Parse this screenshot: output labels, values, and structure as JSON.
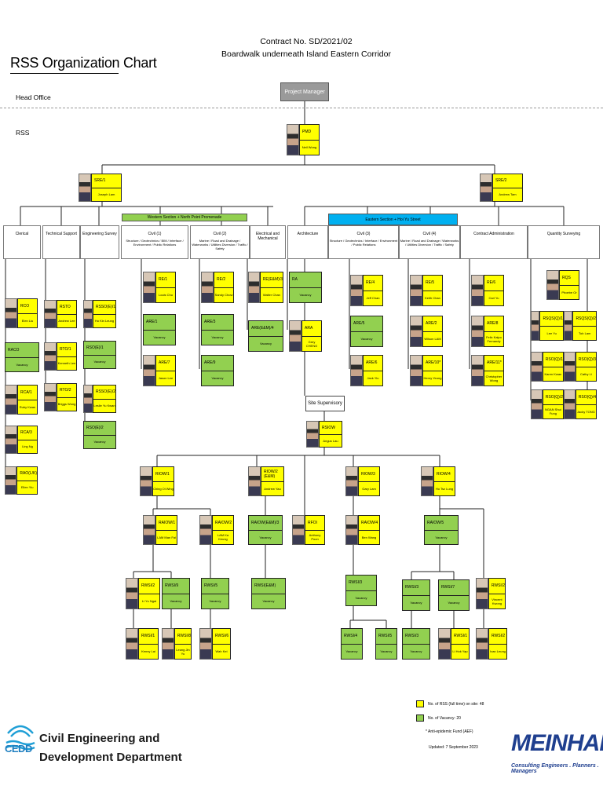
{
  "header": {
    "title": "RSS Organization Chart",
    "contract_line1": "Contract No. SD/2021/02",
    "contract_line2": "Boardwalk underneath Island Eastern Corridor",
    "head_office": "Head Office",
    "rss": "RSS",
    "project_manager": "Project Manager",
    "site_supervisory": "Site Supervisory"
  },
  "bands": {
    "western": "Western Section + North Point Promenade",
    "eastern": "Eastern Section + Hoi Yu Street"
  },
  "sections": [
    {
      "title": "Clerical",
      "sub": ""
    },
    {
      "title": "Technical Support",
      "sub": ""
    },
    {
      "title": "Engineering Survey",
      "sub": ""
    },
    {
      "title": "Civil (1)",
      "sub": "Structure / Geotechnics / BIM / Interface / Environment / Public Relations"
    },
    {
      "title": "Civil (2)",
      "sub": "Marine / Road and Drainage / Waterworks / Utilities Diversion / Traffic / Safety"
    },
    {
      "title": "Electrical and Mechanical",
      "sub": ""
    },
    {
      "title": "Architecture",
      "sub": ""
    },
    {
      "title": "Civil (3)",
      "sub": "Structure / Geotechnics / Interface / Environment / Public Relations"
    },
    {
      "title": "Civil (4)",
      "sub": "Marine / Road and Drainage / Waterworks / Utilities Diversion / Traffic / Safety"
    },
    {
      "title": "Contract Administration",
      "sub": ""
    },
    {
      "title": "Quantity Surveying",
      "sub": ""
    }
  ],
  "cards": [
    {
      "code": "PMD",
      "name": "Neil Wong",
      "status": "filled",
      "photo": true
    },
    {
      "code": "SRE/1",
      "name": "Joseph Lam",
      "status": "filled",
      "photo": true
    },
    {
      "code": "SRE/2",
      "name": "Andrew Tam",
      "status": "filled",
      "photo": true
    },
    {
      "code": "RCO",
      "name": "Elen Liu",
      "status": "filled",
      "photo": true
    },
    {
      "code": "RACO",
      "name": "Vacancy",
      "status": "vacant",
      "photo": false
    },
    {
      "code": "RCA/1",
      "name": "Ruby Kwan",
      "status": "filled",
      "photo": true
    },
    {
      "code": "RCA/3",
      "name": "Ling Ng",
      "status": "filled",
      "photo": true
    },
    {
      "code": "RAO(L/K)",
      "name": "Ellen Yiu",
      "status": "filled",
      "photo": true
    },
    {
      "code": "RSTO",
      "name": "Andrew Lee",
      "status": "filled",
      "photo": true
    },
    {
      "code": "RTO/1",
      "name": "Kenneth Lee",
      "status": "filled",
      "photo": true
    },
    {
      "code": "RTO/2",
      "name": "Briggs Wong",
      "status": "filled",
      "photo": true
    },
    {
      "code": "RSSO(E)/1",
      "name": "Ho Kin Leung",
      "status": "filled",
      "photo": true
    },
    {
      "code": "RSO(E)/1",
      "name": "Vacancy",
      "status": "vacant",
      "photo": false
    },
    {
      "code": "RSSO(E)/2",
      "name": "Leslie Yu Kwan",
      "status": "filled",
      "photo": true
    },
    {
      "code": "RSO(E)/2",
      "name": "Vacancy",
      "status": "vacant",
      "photo": false
    },
    {
      "code": "RE/1",
      "name": "Louis Chu",
      "status": "filled",
      "photo": true
    },
    {
      "code": "ARE/1",
      "name": "Vacancy",
      "status": "vacant",
      "photo": false
    },
    {
      "code": "ARE/7",
      "name": "Jason Lee",
      "status": "filled",
      "photo": true
    },
    {
      "code": "RE/2",
      "name": "Sandy Chow",
      "status": "filled",
      "photo": true
    },
    {
      "code": "ARE/3",
      "name": "Vacancy",
      "status": "vacant",
      "photo": false
    },
    {
      "code": "ARE/9",
      "name": "Vacancy",
      "status": "vacant",
      "photo": false
    },
    {
      "code": "RE(E&M)/3",
      "name": "Walter Chan",
      "status": "filled",
      "photo": true
    },
    {
      "code": "ARE(E&M)/4",
      "name": "Vacancy",
      "status": "vacant",
      "photo": false
    },
    {
      "code": "RA",
      "name": "Vacancy",
      "status": "vacant",
      "photo": false
    },
    {
      "code": "ARA",
      "name": "Grey CHENG",
      "status": "filled",
      "photo": true
    },
    {
      "code": "RE/4",
      "name": "Jeff Chan",
      "status": "filled",
      "photo": true
    },
    {
      "code": "ARE/5",
      "name": "Vacancy",
      "status": "vacant",
      "photo": false
    },
    {
      "code": "ARE/6",
      "name": "Jack Yiu",
      "status": "filled",
      "photo": true
    },
    {
      "code": "RE/5",
      "name": "Keith Chan",
      "status": "filled",
      "photo": true
    },
    {
      "code": "ARE/2",
      "name": "Wilson LAM",
      "status": "filled",
      "photo": true
    },
    {
      "code": "ARE/10*",
      "name": "Henry Yeung",
      "status": "filled",
      "photo": true
    },
    {
      "code": "RE/6",
      "name": "Carl Yu",
      "status": "filled",
      "photo": true
    },
    {
      "code": "ARE/8",
      "name": "Felix Kalpo Fernandy",
      "status": "filled",
      "photo": true
    },
    {
      "code": "ARE/11*",
      "name": "Christopher Wong",
      "status": "filled",
      "photo": true
    },
    {
      "code": "RQS",
      "name": "Phoebe Or",
      "status": "filled",
      "photo": true
    },
    {
      "code": "RSQS(Q)/1",
      "name": "Lee Yu",
      "status": "filled",
      "photo": true
    },
    {
      "code": "RSQS(Q)/2",
      "name": "Tob Lam",
      "status": "filled",
      "photo": true
    },
    {
      "code": "RSO(Q)/1",
      "name": "Karen Kwan",
      "status": "filled",
      "photo": true
    },
    {
      "code": "RSO(Q)/3",
      "name": "Cathy Li",
      "status": "filled",
      "photo": true
    },
    {
      "code": "RSO(Q)/2",
      "name": "NGAN Shui Fung",
      "status": "filled",
      "photo": true
    },
    {
      "code": "RSO(Q)/4",
      "name": "Jacky TONG",
      "status": "filled",
      "photo": true
    },
    {
      "code": "RSIOW",
      "name": "Angus Lau",
      "status": "filled",
      "photo": true
    },
    {
      "code": "RIOW/1",
      "name": "Ching Oi Wing",
      "status": "filled",
      "photo": true
    },
    {
      "code": "RIOW/2 (E&M)",
      "name": "Andrew Yau",
      "status": "filled",
      "photo": true
    },
    {
      "code": "RIOW/3",
      "name": "Gary Lam",
      "status": "filled",
      "photo": true
    },
    {
      "code": "RIOW/4",
      "name": "Ho Tsz Lung",
      "status": "filled",
      "photo": true
    },
    {
      "code": "RAIOW/1",
      "name": "LAM Man Fai",
      "status": "filled",
      "photo": true
    },
    {
      "code": "RAIOW/2",
      "name": "LAM Ka Keung",
      "status": "filled",
      "photo": true
    },
    {
      "code": "RAIOW(E&M)/3",
      "name": "Vacancy",
      "status": "vacant",
      "photo": false
    },
    {
      "code": "RFOI",
      "name": "Anthony Poon",
      "status": "filled",
      "photo": true
    },
    {
      "code": "RAIOW/4",
      "name": "Ben Wang",
      "status": "filled",
      "photo": true
    },
    {
      "code": "RAIOW/5",
      "name": "Vacancy",
      "status": "vacant",
      "photo": false
    },
    {
      "code": "RWSI/2",
      "name": "Li Yu Ngai",
      "status": "filled",
      "photo": true
    },
    {
      "code": "RWSI/9",
      "name": "Vacancy",
      "status": "vacant",
      "photo": false
    },
    {
      "code": "RWSI/5",
      "name": "Vacancy",
      "status": "vacant",
      "photo": false
    },
    {
      "code": "RWSI(E&M)",
      "name": "Vacancy",
      "status": "vacant",
      "photo": false
    },
    {
      "code": "RWSI/3",
      "name": "Vacancy",
      "status": "vacant",
      "photo": false
    },
    {
      "code": "RWSI/3",
      "name": "Vacancy",
      "status": "vacant",
      "photo": false
    },
    {
      "code": "RWSI/7",
      "name": "Vacancy",
      "status": "vacant",
      "photo": false
    },
    {
      "code": "RWSI/2",
      "name": "Vincent Kwong",
      "status": "filled",
      "photo": true
    },
    {
      "code": "RWSI/1",
      "name": "Kenny Lai",
      "status": "filled",
      "photo": true
    },
    {
      "code": "RWSI/8",
      "name": "Leung Jin Yu",
      "status": "filled",
      "photo": true
    },
    {
      "code": "RWSI/6",
      "name": "Wah Kei",
      "status": "filled",
      "photo": true
    },
    {
      "code": "RWSI/4",
      "name": "Vacancy",
      "status": "vacant",
      "photo": false
    },
    {
      "code": "RWSI/5",
      "name": "Vacancy",
      "status": "vacant",
      "photo": false
    },
    {
      "code": "RWSI/3",
      "name": "Vacancy",
      "status": "vacant",
      "photo": false
    },
    {
      "code": "RWSI/1",
      "name": "Li Hok Yap",
      "status": "filled",
      "photo": true
    },
    {
      "code": "RWSI/2",
      "name": "Ivan Leung",
      "status": "filled",
      "photo": true
    }
  ],
  "legend": {
    "filled_label": "No. of RSS (full time) on site: 48",
    "vacant_label": "No. of Vacancy: 20",
    "note": "* Anti-epidemic Fund (AEF)",
    "updated": "Updated: 7 September 2023"
  },
  "footer": {
    "cedd_abbr": "CEDD",
    "cedd_line1": "Civil Engineering and",
    "cedd_line2": "Development Department",
    "meinhardt": "MEINHARDT",
    "meinhardt_tagline": "Consulting Engineers . Planners . Managers"
  },
  "colors": {
    "filled": "#ffff00",
    "vacant": "#92d050",
    "western_band": "#92d050",
    "eastern_band": "#00b0f0",
    "project_manager": "#9a9a9a"
  }
}
